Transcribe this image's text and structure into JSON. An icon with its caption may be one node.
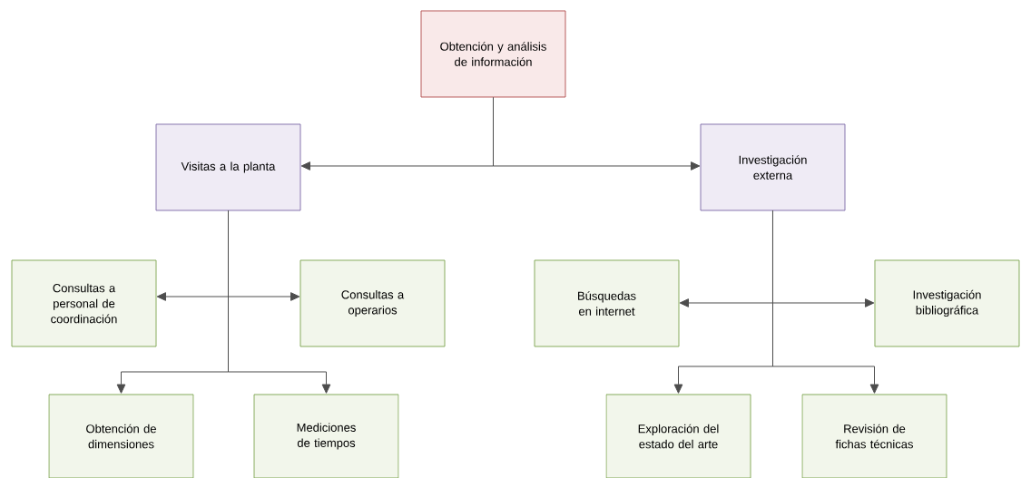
{
  "diagram": {
    "nodes": [
      {
        "text": [
          "Obtención y análisis de información"
        ]
      },
      {
        "text": [
          "Visitas a la planta"
        ]
      },
      {
        "text": [
          "Investigación externa"
        ]
      },
      {
        "text": [
          "Consultas a personal de coordinación"
        ]
      },
      {
        "text": [
          "Consultas a operarios"
        ]
      },
      {
        "text": [
          "Obtención de dimensiones"
        ]
      },
      {
        "text": [
          "Mediciones de tiempos"
        ]
      },
      {
        "text": [
          "Búsquedas en internet"
        ]
      },
      {
        "text": [
          "Investigación bibliográfica"
        ]
      },
      {
        "text": [
          "Exploración del estado del arte"
        ]
      },
      {
        "text": [
          "Revisión de fichas técnicas"
        ]
      }
    ],
    "edges": [
      {
        "from": 0,
        "to": 1,
        "arrow": "to"
      },
      {
        "from": 0,
        "to": 2,
        "arrow": "to"
      },
      {
        "from": 1,
        "to": 3,
        "arrow": "to"
      },
      {
        "from": 1,
        "to": 4,
        "arrow": "to"
      },
      {
        "from": 1,
        "to": 5,
        "arrow": "to"
      },
      {
        "from": 1,
        "to": 6,
        "arrow": "to"
      },
      {
        "from": 2,
        "to": 7,
        "arrow": "to"
      },
      {
        "from": 2,
        "to": 8,
        "arrow": "to"
      },
      {
        "from": 2,
        "to": 9,
        "arrow": "to"
      },
      {
        "from": 2,
        "to": 10,
        "arrow": "to"
      }
    ]
  }
}
